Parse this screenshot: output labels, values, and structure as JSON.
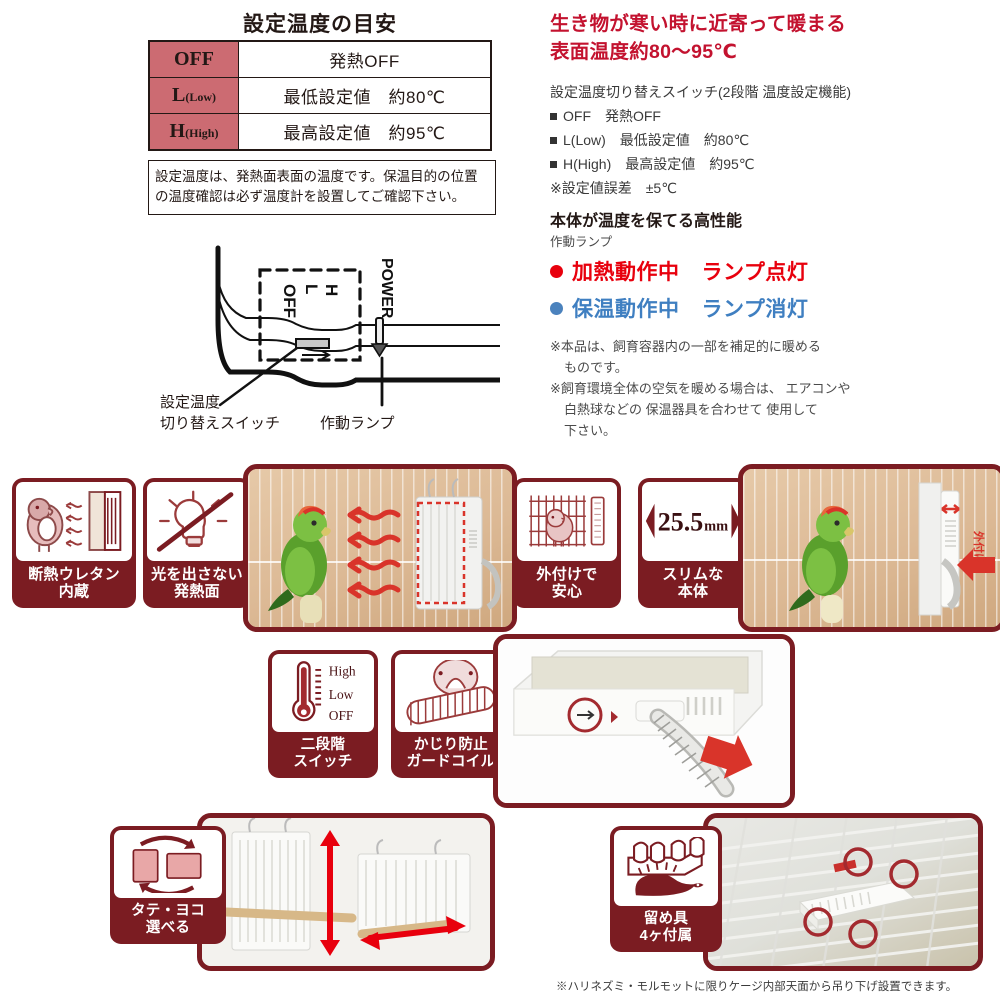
{
  "temp_table": {
    "title": "設定温度の目安",
    "rows": [
      {
        "key": "OFF",
        "key_sub": "",
        "value": "発熱OFF"
      },
      {
        "key": "L",
        "key_sub": "(Low)",
        "value": "最低設定値　約80℃"
      },
      {
        "key": "H",
        "key_sub": "(High)",
        "value": "最高設定値　約95℃"
      }
    ],
    "note": "設定温度は、発熱面表面の温度です。保温目的の位置の温度確認は必ず温度計を設置してご確認下さい。",
    "key_bg_color": "#cc6b72"
  },
  "switch_diagram": {
    "dial_labels": [
      "OFF",
      "L",
      "H"
    ],
    "power_label": "POWER",
    "label_switch": "設定温度\n切り替えスイッチ",
    "label_switch_line1": "設定温度",
    "label_switch_line2": "切り替えスイッチ",
    "label_lamp": "作動ランプ"
  },
  "headline": {
    "line1": "生き物が寒い時に近寄って暖まる",
    "line2": "表面温度約80〜95℃",
    "color": "#c3122f"
  },
  "spec": {
    "title": "設定温度切り替えスイッチ(2段階 温度設定機能)",
    "items": [
      "OFF　発熱OFF",
      "L(Low)　最低設定値　約80℃",
      "H(High)　最高設定値　約95℃"
    ],
    "tolerance": "※設定値誤差　±5℃"
  },
  "performance": {
    "title": "本体が温度を保てる高性能",
    "subtitle": "作動ランプ",
    "lamp_on_label": "加熱動作中",
    "lamp_on_state": "ランプ点灯",
    "lamp_on_color": "#e8000d",
    "lamp_off_label": "保温動作中",
    "lamp_off_state": "ランプ消灯",
    "lamp_off_color": "#3f7fc1"
  },
  "footnotes": {
    "note1_line1": "※本品は、飼育容器内の一部を補足的に暖める",
    "note1_line2": "ものです。",
    "note2_line1": "※飼育環境全体の空気を暖める場合は、 エアコンや",
    "note2_line2": "白熱球などの 保温器具を合わせて 使用して",
    "note2_line3": "下さい。"
  },
  "features": {
    "insulation": {
      "caption_line1": "断熱ウレタン",
      "caption_line2": "内蔵",
      "icon": "bird-heat-panel-icon"
    },
    "no_light": {
      "caption_line1": "光を出さない",
      "caption_line2": "発熱面",
      "icon": "no-light-bulb-icon"
    },
    "external": {
      "caption_line1": "外付けで",
      "caption_line2": "安心",
      "icon": "bird-in-cage-icon"
    },
    "slim": {
      "caption_line1": "スリムな",
      "caption_line2": "本体",
      "icon": "width-arrow-icon",
      "value": "25.5",
      "unit": "mm"
    },
    "two_step": {
      "caption_line1": "二段階",
      "caption_line2": "スイッチ",
      "icon": "thermometer-icon",
      "scale": [
        "High",
        "Low",
        "OFF"
      ]
    },
    "guard_coil": {
      "caption_line1": "かじり防止",
      "caption_line2": "ガードコイル",
      "icon": "bird-coil-icon"
    },
    "orientation": {
      "caption_line1": "タテ・ヨコ",
      "caption_line2": "選べる",
      "icon": "rotate-panel-icon"
    },
    "clips": {
      "caption_line1": "留め具",
      "caption_line2": "4ヶ付属",
      "icon": "hedgehog-clips-icon"
    }
  },
  "photo_annotations": {
    "external_mount": "外付け"
  },
  "bottom_note": "※ハリネズミ・モルモットに限りケージ内部天面から吊り下げ設置できます。",
  "colors": {
    "dark_red": "#7b1c22",
    "accent_red": "#c3122f",
    "pink": "#cc6b72",
    "blue": "#3f7fc1"
  }
}
